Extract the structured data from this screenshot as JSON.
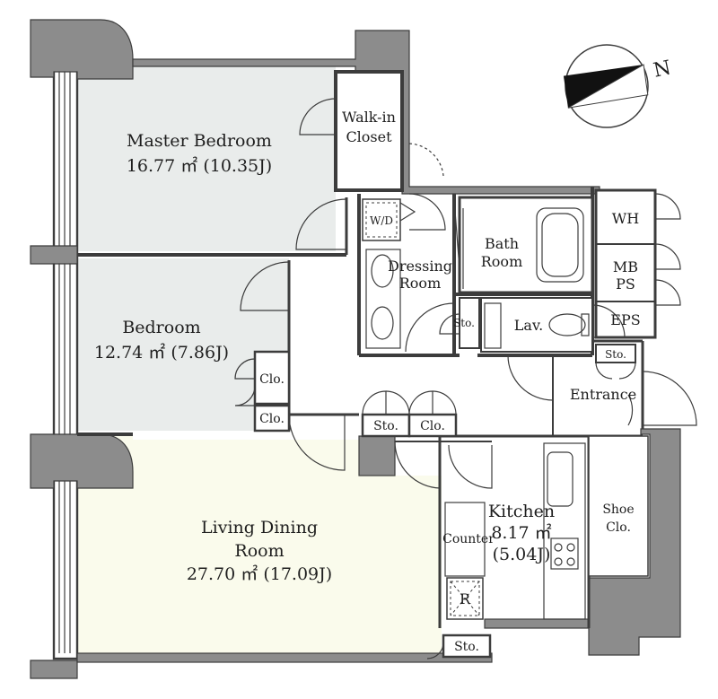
{
  "compass": {
    "north_label": "N"
  },
  "rooms": {
    "master_bedroom": {
      "name": "Master Bedroom",
      "area": "16.77 ㎡ (10.35J)"
    },
    "walk_in_closet": {
      "line1": "Walk-in",
      "line2": "Closet"
    },
    "bedroom": {
      "name": "Bedroom",
      "area": "12.74 ㎡ (7.86J)"
    },
    "living_dining": {
      "line1": "Living Dining",
      "line2": "Room",
      "area": "27.70 ㎡ (17.09J)"
    },
    "dressing_room": {
      "line1": "Dressing",
      "line2": "Room"
    },
    "bath_room": {
      "line1": "Bath",
      "line2": "Room"
    },
    "lavatory": "Lav.",
    "entrance": "Entrance",
    "kitchen": {
      "name": "Kitchen",
      "area1": "8.17 ㎡",
      "area2": "(5.04J)"
    },
    "shoe_closet": {
      "line1": "Shoe",
      "line2": "Clo."
    }
  },
  "fixtures": {
    "washer_dryer": "W/D",
    "water_heater": "WH",
    "meter_box": {
      "line1": "MB",
      "line2": "PS"
    },
    "eps": "EPS",
    "closet_bedroom_upper": "Clo.",
    "closet_bedroom_lower": "Clo.",
    "storage_hall": "Sto.",
    "closet_hall": "Clo.",
    "storage_dressing": "Sto.",
    "storage_entrance": "Sto.",
    "storage_kitchen": "Sto.",
    "counter": "Counter",
    "refrigerator": "R"
  }
}
